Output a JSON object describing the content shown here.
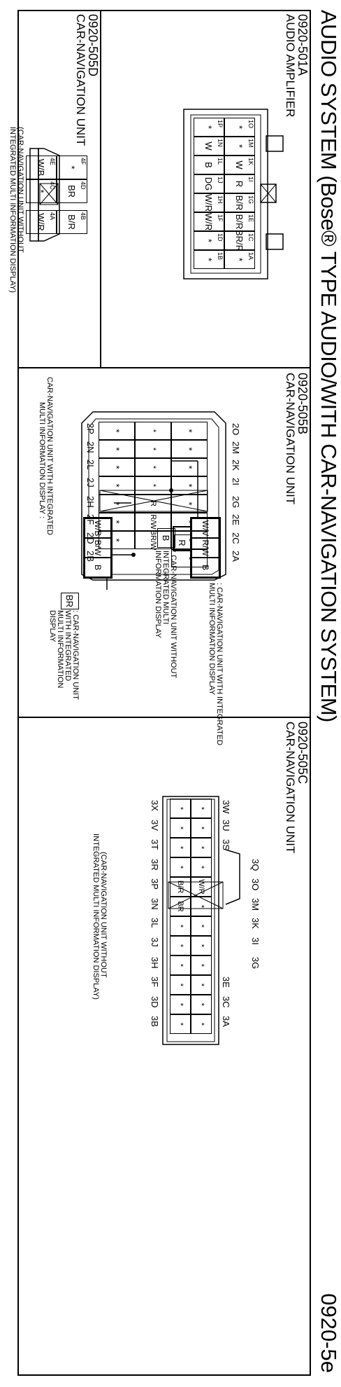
{
  "header": {
    "title": "AUDIO SYSTEM (Bose® TYPE AUDIO/WITH CAR-NAVIGATION SYSTEM)",
    "page": "0920-5e"
  },
  "c501a": {
    "code": "0920-501A",
    "name": "AUDIO AMPLIFIER",
    "pins": {
      "r1": [
        "1O",
        "1M",
        "1K",
        "1I",
        "1G",
        "1E",
        "1C",
        "1A"
      ],
      "r2": [
        "1P",
        "1N",
        "1L",
        "1J",
        "1H",
        "1F",
        "1D",
        "1B"
      ]
    },
    "wires": {
      "r1": [
        "*",
        "*",
        "W",
        "R",
        "B/R",
        "B/R",
        "BR/R",
        "*"
      ],
      "r2": [
        "*",
        "W",
        "B",
        "DG",
        "W/R",
        "W/R",
        "*",
        "*"
      ]
    }
  },
  "c505d": {
    "code": "0920-505D",
    "name": "CAR-NAVIGATION UNIT",
    "pins": {
      "r1": [
        "4F",
        "4D",
        "4B"
      ],
      "r2": [
        "4E",
        "4C",
        "4A"
      ]
    },
    "wires": {
      "r1": [
        "*",
        "BR",
        "B/R"
      ],
      "r2": [
        "W/B",
        "*",
        "W/R"
      ]
    },
    "note": [
      "(CAR-NAVIGATION UNIT WITHOUT",
      "INTEGRATED MULTI INFORMATION DISPLAY)"
    ]
  },
  "c505b": {
    "code": "0920-505B",
    "name": "CAR-NAVIGATION UNIT",
    "pins": {
      "top": [
        "2O",
        "2M",
        "2K",
        "2I",
        "2G",
        "2E",
        "2C",
        "2A"
      ],
      "bottom": [
        "2P",
        "2N",
        "2L",
        "2J",
        "2H",
        "2F",
        "2D",
        "2B"
      ]
    },
    "wires": {
      "r1": [
        "*",
        "*",
        "*",
        "*",
        "*",
        "*",
        "*",
        "*"
      ],
      "r2": [
        "*",
        "*",
        "*",
        "*",
        "R",
        "R/W",
        "BR/W"
      ],
      "r3": [
        "*",
        "*",
        "*",
        "*",
        "*",
        "*",
        "*"
      ]
    },
    "box_top": [
      "W/V",
      "R/W",
      "B"
    ],
    "box_r": "R",
    "box_b": "B",
    "box_left": [
      "W/B",
      "B/W",
      "B"
    ],
    "box_br": "BR",
    "note_top": [
      ": CAR-NAVIGATION UNIT WITH INTEGRATED",
      "MULTI INFORMATION DISPLAY"
    ],
    "note_mid": [
      ": CAR-NAVIGATION UNIT WITHOUT",
      "INTEGRATED MULTI",
      "INFORMATION DISPLAY"
    ],
    "note_right": [
      ": CAR-NAVIGATION UNIT",
      "WITH INTEGRATED",
      "MULTI INFORMATION",
      "DISPLAY"
    ],
    "note_left": [
      "CAR-NAVIGATION UNIT WITH INTEGRATED",
      "MULTI INFORMATION DISPLAY :"
    ]
  },
  "c505c": {
    "code": "0920-505C",
    "name": "CAR-NAVIGATION UNIT",
    "pins": {
      "top": [
        "3W",
        "3U",
        "3S",
        "3Q",
        "3O",
        "3M",
        "3K",
        "3I",
        "3G",
        "3E",
        "3C",
        "3A"
      ],
      "bottom": [
        "3X",
        "3V",
        "3T",
        "3R",
        "3P",
        "3N",
        "3L",
        "3J",
        "3H",
        "3F",
        "3D",
        "3B"
      ]
    },
    "wires": {
      "r1": [
        "*",
        "*",
        "*",
        "*",
        "W/R",
        "*",
        "*",
        "*",
        "*",
        "*",
        "*",
        "*"
      ],
      "r2": [
        "*",
        "*",
        "*",
        "*",
        "B/R",
        "BR",
        "*",
        "*",
        "*",
        "*",
        "*",
        "*"
      ]
    },
    "note": [
      "(CAR-NAVIGATION UNIT WITHOUT",
      "INTEGRATED MULTI INFORMATION DISPLAY)"
    ]
  }
}
